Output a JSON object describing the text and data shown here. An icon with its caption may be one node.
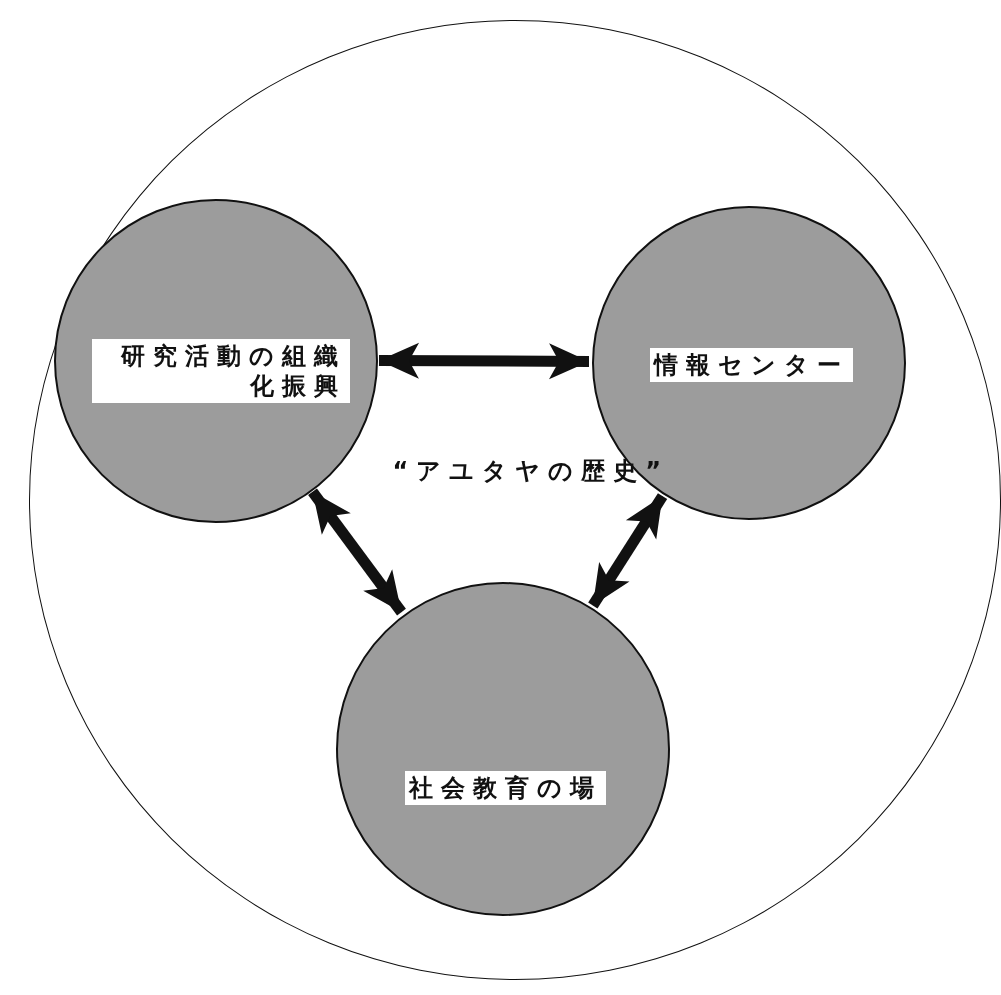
{
  "diagram": {
    "nodes": [
      {
        "text": [
          "“アユタヤの歴史”"
        ]
      },
      {
        "text": [
          "研究活動の組織化振興"
        ],
        "in": 0
      },
      {
        "text": [
          "情報センター"
        ],
        "in": 0
      },
      {
        "text": [
          "社会教育の場"
        ],
        "in": 0
      }
    ],
    "edges": [
      {
        "from": 1,
        "to": 2,
        "arrow": "both"
      },
      {
        "from": 1,
        "to": 3,
        "arrow": "both"
      },
      {
        "from": 2,
        "to": 3,
        "arrow": "both"
      }
    ]
  }
}
